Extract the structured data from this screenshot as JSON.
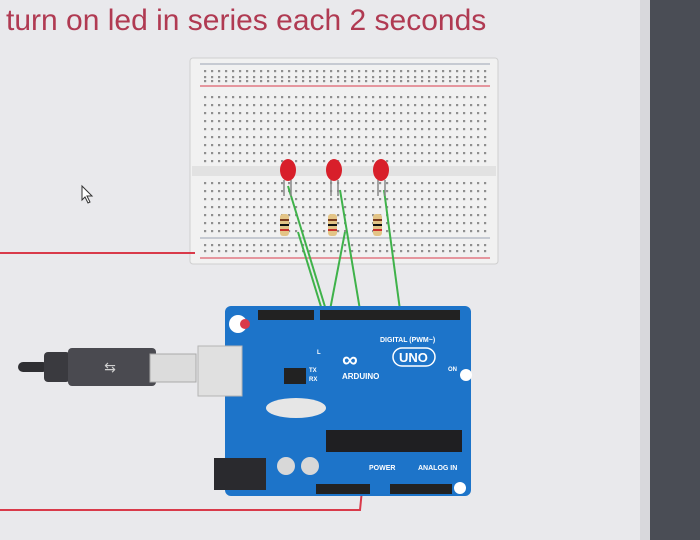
{
  "title": "turn on led in series each 2 seconds",
  "arduino": {
    "logo_symbol": "∞",
    "model": "UNO",
    "brand": "ARDUINO",
    "digital_label": "DIGITAL (PWM~)",
    "power_label": "POWER",
    "analog_label": "ANALOG IN",
    "tx_label": "TX",
    "rx_label": "RX",
    "l_label": "L",
    "on_label": "ON"
  },
  "colors": {
    "background": "#e9e9ec",
    "title": "#b03a52",
    "wire_red": "#d93a4a",
    "wire_green": "#3fb24a",
    "board_blue": "#1d74c9",
    "led_red": "#d81f2a",
    "breadboard": "#efefef"
  },
  "icons": [
    "mouse-cursor-icon",
    "usb-plug-icon",
    "arduino-infinity-logo-icon",
    "reset-button-icon"
  ],
  "leds": [
    "led-1",
    "led-2",
    "led-3"
  ],
  "resistors": [
    "resistor-1",
    "resistor-2",
    "resistor-3"
  ]
}
